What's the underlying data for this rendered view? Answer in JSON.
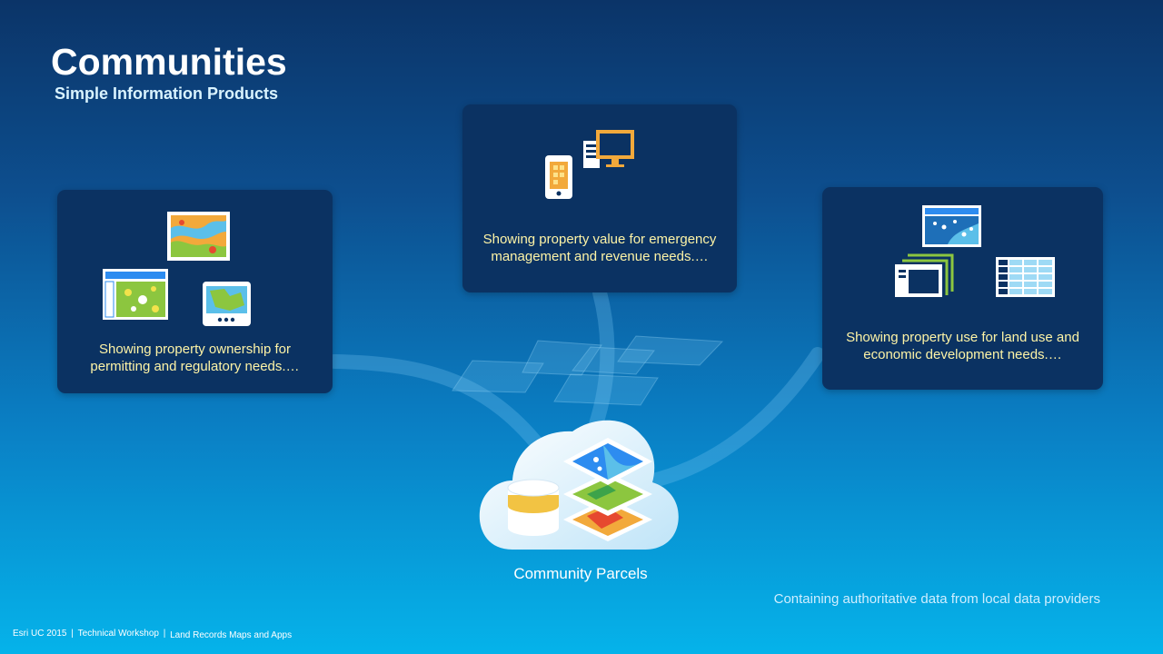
{
  "slide": {
    "title": "Communities",
    "subtitle": "Simple Information Products"
  },
  "panels": {
    "ownership": {
      "line1": "Showing property ownership for",
      "line2": "permitting and regulatory needs.…",
      "icons": [
        "map-icon",
        "web-map-app-icon",
        "tablet-map-icon"
      ]
    },
    "value": {
      "line1": "Showing property value for emergency",
      "line2": "management and revenue needs.…",
      "icons": [
        "mobile-phone-icon",
        "desktop-computer-icon"
      ]
    },
    "use": {
      "line1": "Showing property use for land use and",
      "line2": "economic development needs.…",
      "icons": [
        "web-map-icon",
        "window-stack-icon",
        "table-icon"
      ]
    }
  },
  "cloud": {
    "label": "Community Parcels",
    "icons": [
      "cloud-icon",
      "database-icon",
      "map-layers-icon"
    ]
  },
  "note": "Containing authoritative data from local data providers",
  "footer": {
    "event": "Esri UC 2015",
    "separator": "|",
    "session": "Technical Workshop",
    "topic": "Land Records Maps and Apps"
  },
  "colors": {
    "panel_bg": "#0b3262",
    "panel_text": "#fdf3a6",
    "accent_blue": "#2d8cf0",
    "accent_orange": "#f2a93b",
    "accent_green": "#8cc63f"
  }
}
